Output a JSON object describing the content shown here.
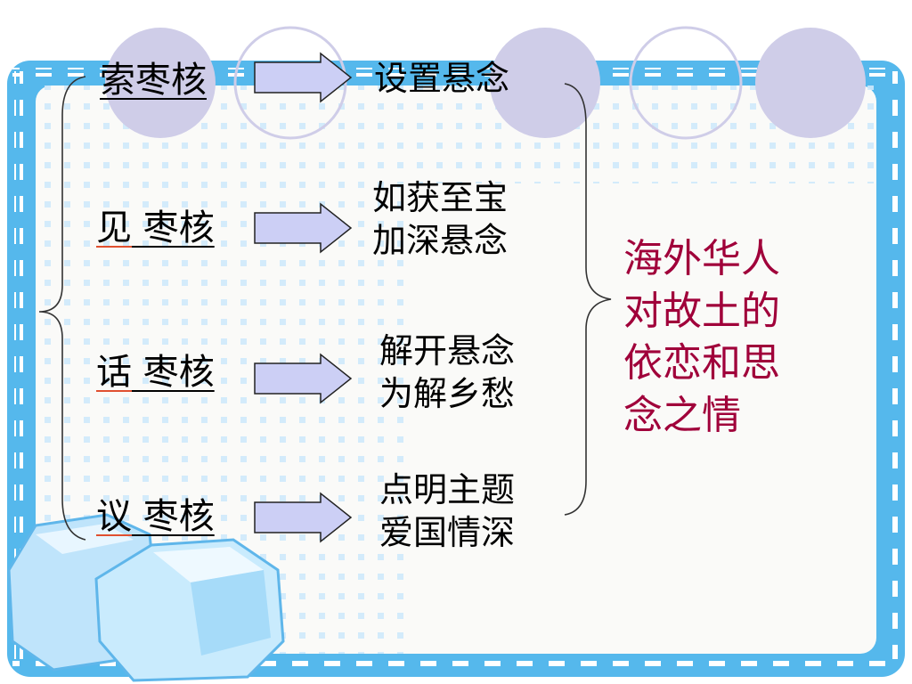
{
  "rows": [
    {
      "term_first": "索",
      "term_rest": "枣核",
      "result": [
        "设置悬念"
      ]
    },
    {
      "term_first": "见",
      "term_rest": " 枣核",
      "result": [
        "如获至宝",
        "加深悬念"
      ]
    },
    {
      "term_first": "话",
      "term_rest": " 枣核",
      "result": [
        "解开悬念",
        "为解乡愁"
      ]
    },
    {
      "term_first": "议",
      "term_rest": " 枣核",
      "result": [
        "点明主题",
        "爱国情深"
      ]
    }
  ],
  "summary": [
    "海外华人",
    "对故土的",
    "依恋和思",
    "念之情"
  ],
  "colors": {
    "frame_blue": "#55b8ec",
    "frame_light": "#cfe9fb",
    "circle_fill": "#cfcde8",
    "arrow_fill": "#cccff5",
    "summary_text": "#a0003a",
    "underline_accent": "#e05030"
  }
}
